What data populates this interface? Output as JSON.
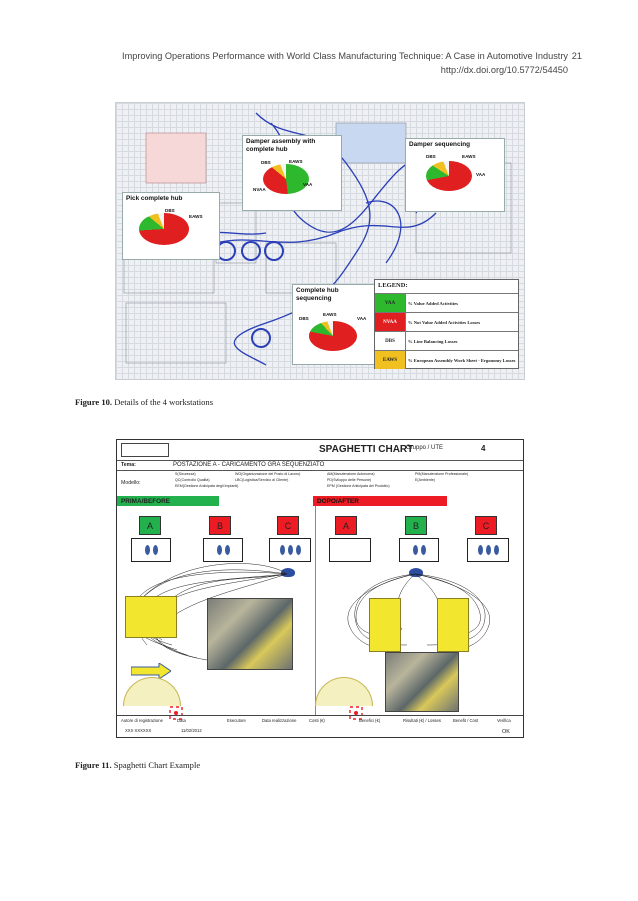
{
  "header": {
    "running_title": "Improving Operations Performance with World Class Manufacturing Technique: A Case in Automotive Industry",
    "page_number": "21",
    "doi": "http://dx.doi.org/10.5772/54450"
  },
  "figure10": {
    "caption_label": "Figure 10.",
    "caption_text": " Details of the 4 workstations",
    "callouts": {
      "damper_assembly": "Damper assembly with complete hub",
      "damper_sequencing": "Damper sequencing",
      "pick_complete_hub": "Pick complete hub",
      "complete_hub_sequencing": "Complete hub sequencing"
    },
    "pie_labels": {
      "dbs": "DBS",
      "eaws": "EAWS",
      "nvaa": "NVAA",
      "vaa": "VAA"
    },
    "legend": {
      "title": "LEGEND:",
      "rows": [
        {
          "key": "VAA",
          "text": "% Value Added Activities",
          "color": "#2eb82e"
        },
        {
          "key": "NVAA",
          "text": "% Not Value Added Activities Losses",
          "color": "#e02020"
        },
        {
          "key": "DBS",
          "text": "% Line Balancing Losses",
          "color": "#ffffff"
        },
        {
          "key": "EAWS",
          "text": "% European Assembly Work Sheet - Ergonomy Losses",
          "color": "#f0c020"
        }
      ]
    },
    "colors": {
      "flow": "#2a3fb8",
      "vaa": "#2eb82e",
      "nvaa": "#e02020",
      "eaws": "#f0c020",
      "dbs": "#f4f4f4"
    }
  },
  "figure11": {
    "caption_label": "Figure 11.",
    "caption_text": " Spaghetti Chart Example",
    "title": "SPAGHETTI CHART",
    "gruppo": "Gruppo / UTE",
    "number": "4",
    "tema_label": "Tema:",
    "postazione": "POSTAZIONE A - CARICAMENTO GRA SEQUENZIATO",
    "modello_label": "Modello:",
    "checks": [
      "S(Sicurezza)",
      "QC(Controllo Qualità)",
      "EEM(Gestione Anticipata degli Impianti)",
      "WO(Organizzazione del Posto di Lavoro)",
      "LBC(Logistica/Servizio al Cliente)",
      "AM(Manutenzione Autonoma)",
      "PD(Sviluppo delle Persone)",
      "EPM (Gestione Anticipata del Prodotto)",
      "PM(Manutenzione Professionale)",
      "E(Ambiente)"
    ],
    "before_label": "PRIMA/BEFORE",
    "after_label": "DOPO/AFTER",
    "stations": [
      "A",
      "B",
      "C"
    ],
    "footer": {
      "autore": "Autore di registrazione",
      "autore_val": "XXX XXXXXX",
      "data": "Data",
      "data_val": "11/02/2012",
      "esecutore": "Esecutore",
      "data_real": "Data realizzazione",
      "costi": "Costi (€)",
      "benefici": "Benefici (€)",
      "risultati": "Risultati (€) / Losses",
      "benefit_cost": "Benefit / Cost",
      "verifica": "Verifica",
      "ok": "OK"
    },
    "colors": {
      "before": "#22b14c",
      "after": "#ed1c24",
      "operator": "#3a5ba0",
      "bin": "#f3e62e"
    }
  }
}
